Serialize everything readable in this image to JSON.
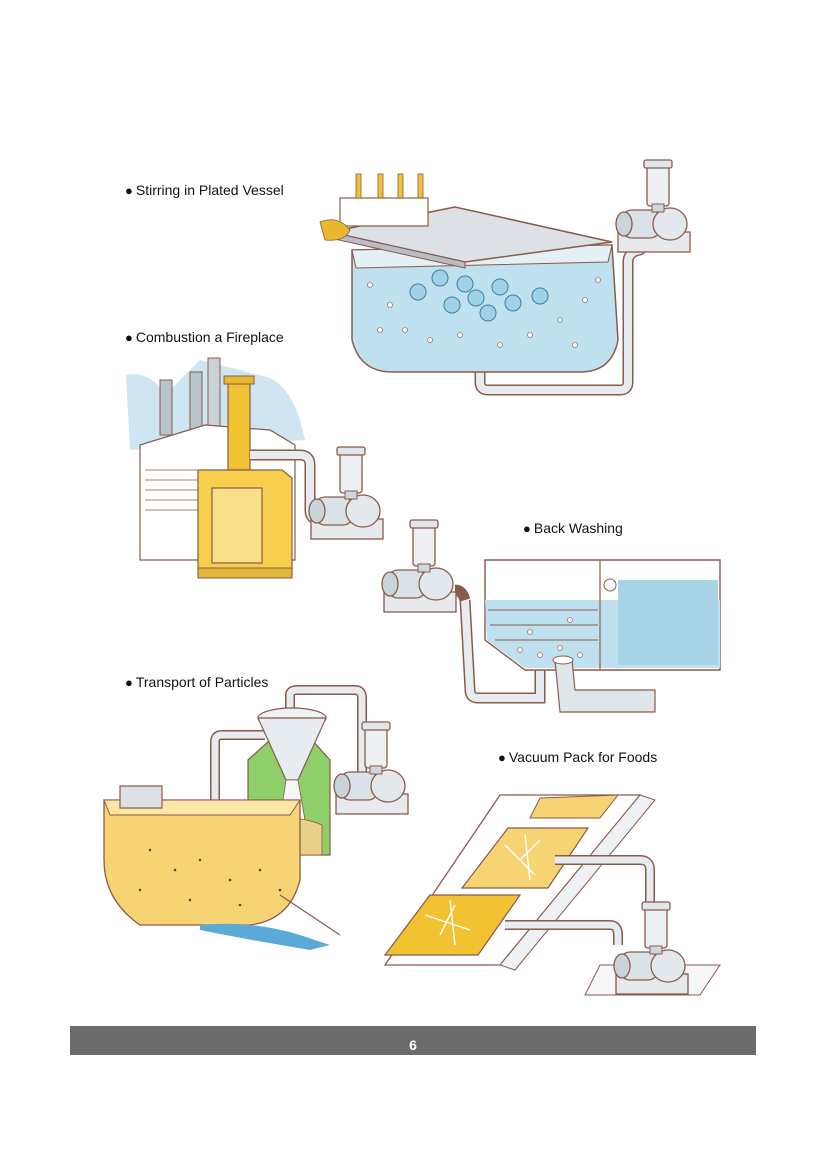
{
  "bullet_glyph": "●",
  "applications": [
    {
      "id": "stirring",
      "label": "Stirring in Plated Vessel"
    },
    {
      "id": "combustion",
      "label": "Combustion a Fireplace"
    },
    {
      "id": "back-washing",
      "label": "Back Washing"
    },
    {
      "id": "transport",
      "label": "Transport of Particles"
    },
    {
      "id": "vacuum-pack",
      "label": "Vacuum Pack for Foods"
    }
  ],
  "footer": {
    "page_number": "6"
  },
  "colors": {
    "water": "#bfe0ee",
    "outline": "#8a5a4a",
    "pipe": "#dfe6ea",
    "yellow": "#f1c232",
    "green": "#8fcf6a",
    "sky": "#cfe6f2",
    "footer_bar": "#6b6b6b"
  }
}
